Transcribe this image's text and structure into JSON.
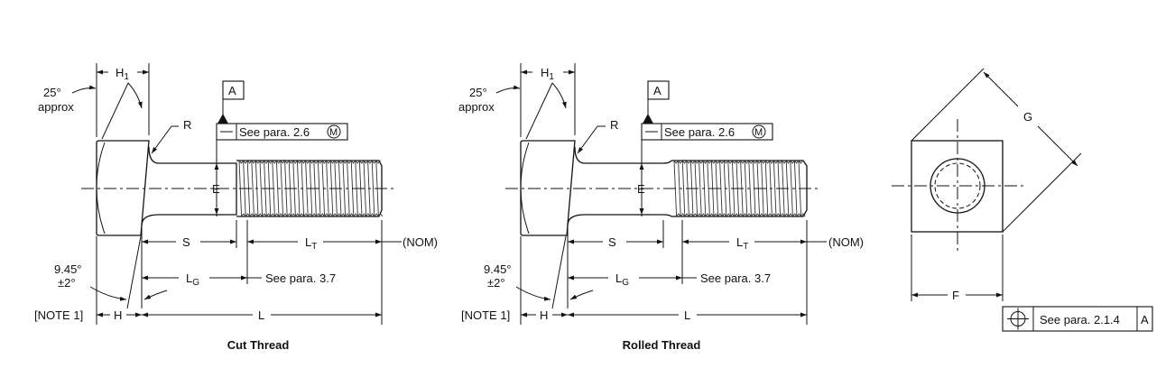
{
  "views": [
    {
      "caption": "Cut Thread",
      "labels": {
        "head_height_top": "H",
        "head_height_top_sub": "1",
        "angle_top": "25°",
        "angle_top_note": "approx",
        "radius": "R",
        "datum": "A",
        "tolerance_ref": "See para. 2.6",
        "modifier": "M",
        "body_dia": "E",
        "shank": "S",
        "thread_length": "L",
        "thread_length_sub": "T",
        "nominal": "(NOM)",
        "grip_length": "L",
        "grip_length_sub": "G",
        "grip_ref": "See para. 3.7",
        "angle_bottom": "9.45°",
        "angle_bottom_tol": "±2°",
        "note": "[NOTE 1]",
        "head_height": "H",
        "length": "L"
      }
    },
    {
      "caption": "Rolled Thread",
      "labels": {
        "head_height_top": "H",
        "head_height_top_sub": "1",
        "angle_top": "25°",
        "angle_top_note": "approx",
        "radius": "R",
        "datum": "A",
        "tolerance_ref": "See para. 2.6",
        "modifier": "M",
        "body_dia": "E",
        "shank": "S",
        "thread_length": "L",
        "thread_length_sub": "T",
        "nominal": "(NOM)",
        "grip_length": "L",
        "grip_length_sub": "G",
        "grip_ref": "See para. 3.7",
        "angle_bottom": "9.45°",
        "angle_bottom_tol": "±2°",
        "note": "[NOTE 1]",
        "head_height": "H",
        "length": "L"
      }
    }
  ],
  "end_view": {
    "across_corners": "G",
    "across_flats": "F",
    "position_ref": "See para. 2.1.4",
    "datum": "A"
  }
}
